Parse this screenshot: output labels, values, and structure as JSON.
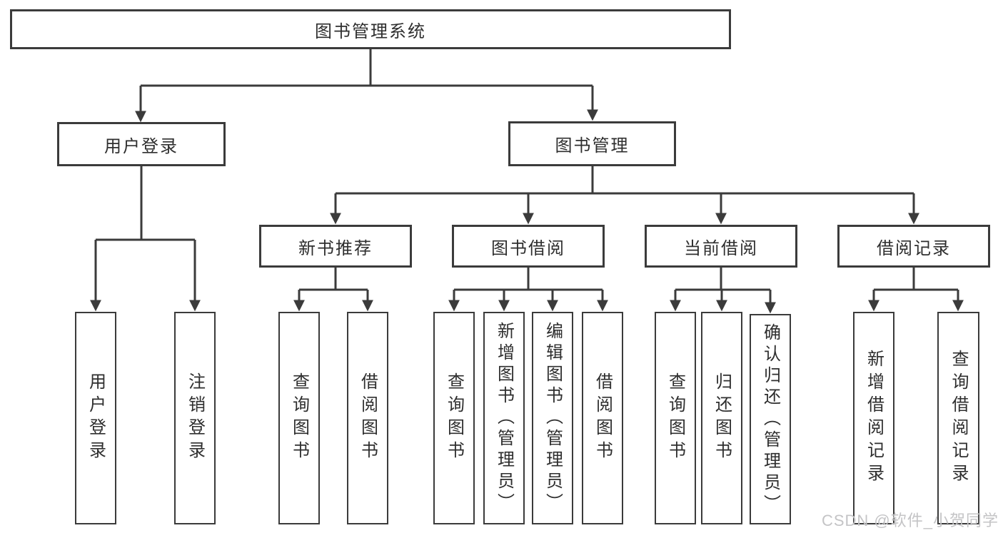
{
  "diagram_title": "图书管理系统",
  "tree": {
    "label": "图书管理系统",
    "children": [
      {
        "label": "用户登录",
        "children": [
          {
            "label": "用户登录"
          },
          {
            "label": "注销登录"
          }
        ]
      },
      {
        "label": "图书管理",
        "children": [
          {
            "label": "新书推荐",
            "children": [
              {
                "label": "查询图书"
              },
              {
                "label": "借阅图书"
              }
            ]
          },
          {
            "label": "图书借阅",
            "children": [
              {
                "label": "查询图书"
              },
              {
                "label": "新增图书（管理员）"
              },
              {
                "label": "编辑图书（管理员）"
              },
              {
                "label": "借阅图书"
              }
            ]
          },
          {
            "label": "当前借阅",
            "children": [
              {
                "label": "查询图书"
              },
              {
                "label": "归还图书"
              },
              {
                "label": "确认归还（管理员）"
              }
            ]
          },
          {
            "label": "借阅记录",
            "children": [
              {
                "label": "新增借阅记录"
              },
              {
                "label": "查询借阅记录"
              }
            ]
          }
        ]
      }
    ]
  },
  "watermark": {
    "text": "CSDN @软件_小贺同学"
  },
  "colors": {
    "line": "#3b3b3b",
    "box_border": "#3b3b3b",
    "text": "#2e2e2e",
    "watermark": "#c4c4c6",
    "background": "#ffffff"
  }
}
